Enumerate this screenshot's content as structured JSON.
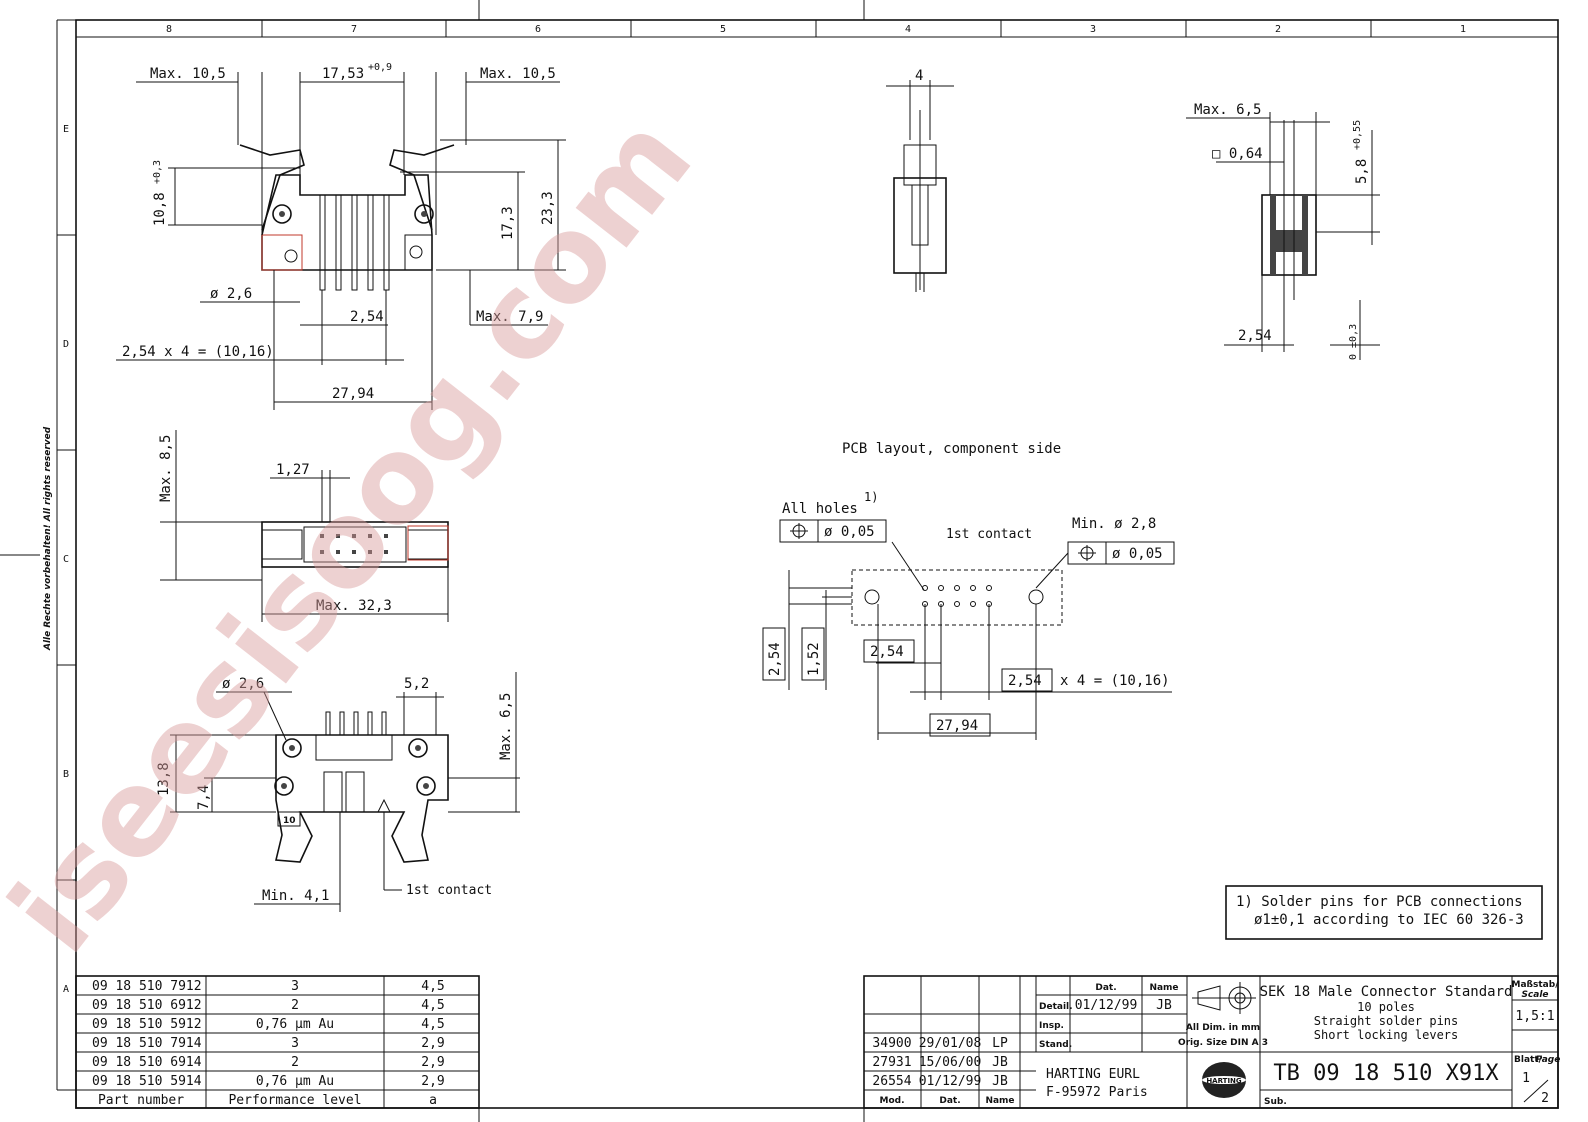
{
  "sheet": {
    "column_labels": [
      "8",
      "7",
      "6",
      "5",
      "4",
      "3",
      "2",
      "1"
    ],
    "row_labels": [
      "E",
      "D",
      "C",
      "B",
      "A"
    ],
    "side_note": "Alle Rechte vorbehalten! All rights reserved",
    "watermark": "iseesisoog.com"
  },
  "views": {
    "front": {
      "dims": [
        "Max. 10,5",
        "17,53",
        "+0,9",
        "Max. 10,5",
        "10,8",
        "+0,3",
        "17,3",
        "23,3",
        "ø 2,6",
        "2,54",
        "Max. 7,9",
        "2,54 x 4 = (10,16)",
        "27,94"
      ]
    },
    "top": {
      "dims": [
        "Max. 8,5",
        "1,27",
        "Max. 32,3"
      ]
    },
    "bottom": {
      "dims": [
        "ø 2,6",
        "5,2",
        "Max. 6,5",
        "13,8",
        "7,4",
        "10",
        "Min. 4,1",
        "1st contact"
      ]
    },
    "side_small": {
      "dims": [
        "4"
      ]
    },
    "side_right": {
      "dims": [
        "Max. 6,5",
        "□ 0,64",
        "5,8",
        "+0,55",
        "2,54",
        "0 ±0,3"
      ]
    },
    "pcb": {
      "title": "PCB layout, component side",
      "all_holes": "All holes",
      "footnote_mark": "1)",
      "tol1": "ø 0,05",
      "first_contact": "1st contact",
      "min_dia": "Min. ø 2,8",
      "tol2": "ø 0,05",
      "dims": [
        "2,54",
        "1,52",
        "2,54",
        "2,54",
        "x 4 = (10,16)",
        "27,94"
      ]
    }
  },
  "notes": {
    "line1": "1) Solder pins for PCB connections",
    "line2": "ø1±0,1 according to IEC 60 326-3"
  },
  "parts_table": {
    "headers": [
      "Part number",
      "Performance level",
      "a"
    ],
    "rows": [
      [
        "09 18 510 7912",
        "3",
        "4,5"
      ],
      [
        "09 18 510 6912",
        "2",
        "4,5"
      ],
      [
        "09 18 510 5912",
        "0,76 µm Au",
        "4,5"
      ],
      [
        "09 18 510 7914",
        "3",
        "2,9"
      ],
      [
        "09 18 510 6914",
        "2",
        "2,9"
      ],
      [
        "09 18 510 5914",
        "0,76 µm Au",
        "2,9"
      ]
    ]
  },
  "title_block": {
    "revisions": [
      [
        "34900",
        "29/01/08",
        "LP"
      ],
      [
        "27931",
        "15/06/00",
        "JB"
      ],
      [
        "26554",
        "01/12/99",
        "JB"
      ]
    ],
    "rev_headers": [
      "Mod.",
      "Dat.",
      "Name"
    ],
    "dat_label": "Dat.",
    "name_label": "Name",
    "detail_label": "Detail.",
    "detail_date": "01/12/99",
    "detail_name": "JB",
    "insp_label": "Insp.",
    "stand_label": "Stand.",
    "all_dim": "All Dim. in mm",
    "orig_size": "Orig. Size DIN A 3",
    "company_line1": "HARTING EURL",
    "company_line2": "F-95972 Paris",
    "logo": "HARTING",
    "title1": "SEK 18 Male Connector Standard",
    "title2": "10 poles",
    "title3": "Straight solder pins",
    "title4": "Short locking levers",
    "drawing_no": "TB 09 18 510 X91X",
    "sub_label": "Sub.",
    "scale_label1": "Maßstab/",
    "scale_label2": "Scale",
    "scale": "1,5:1",
    "page_label1": "Blatt/",
    "page_label2": "Page",
    "page_num": "1",
    "page_total": "2"
  }
}
